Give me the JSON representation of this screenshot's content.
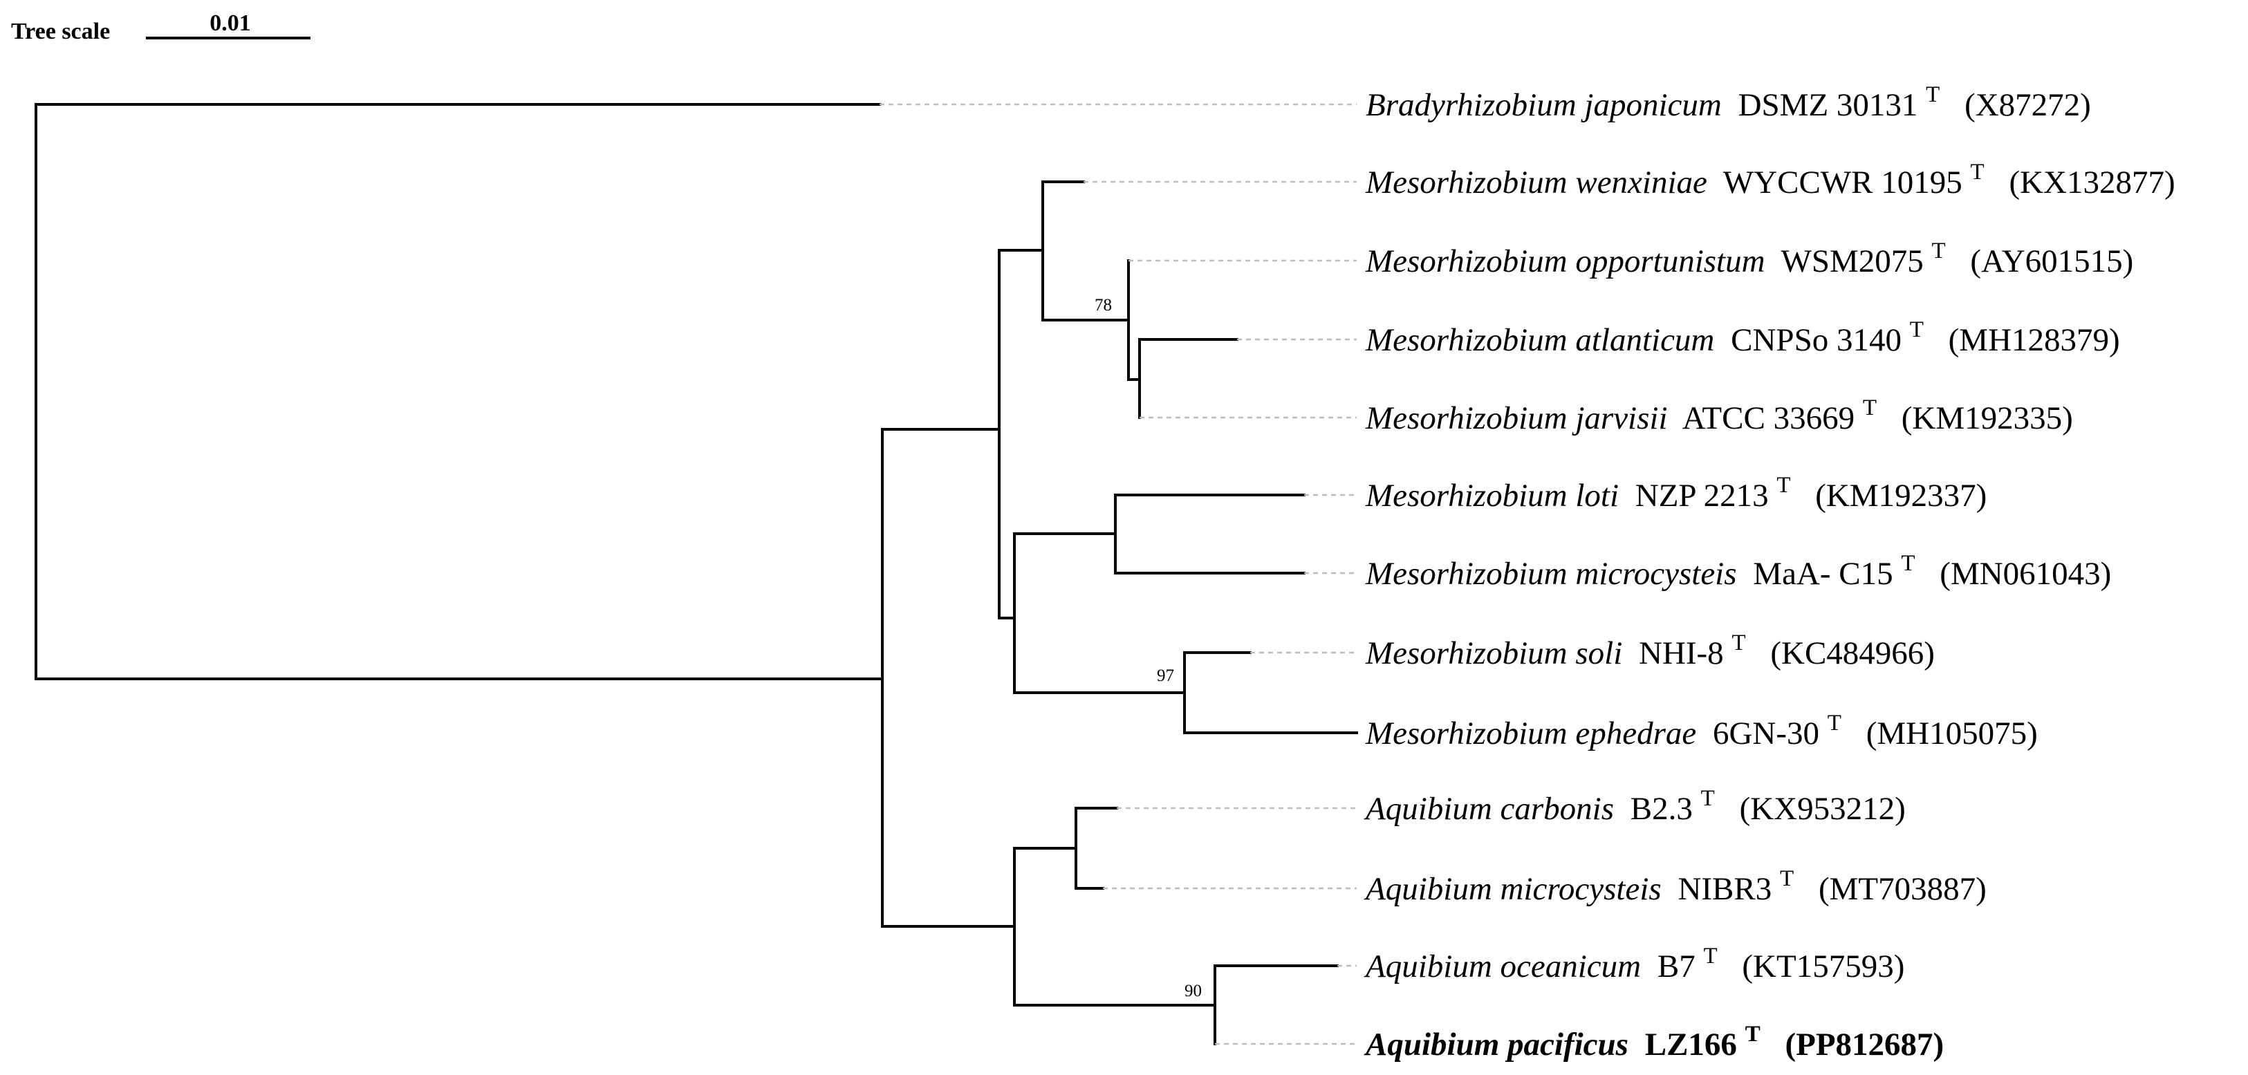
{
  "scale_bar": {
    "title": "Tree scale",
    "value": "0.01"
  },
  "taxa": [
    {
      "genus_species": "Bradyrhizobium japonicum",
      "strain": "DSMZ 30131",
      "type_mark": "T",
      "accession": "(X87272)",
      "bold": false
    },
    {
      "genus_species": "Mesorhizobium wenxiniae",
      "strain": "WYCCWR 10195",
      "type_mark": "T",
      "accession": "(KX132877)",
      "bold": false
    },
    {
      "genus_species": "Mesorhizobium opportunistum",
      "strain": "WSM2075",
      "type_mark": "T",
      "accession": "(AY601515)",
      "bold": false
    },
    {
      "genus_species": "Mesorhizobium atlanticum",
      "strain": "CNPSo 3140",
      "type_mark": "T",
      "accession": "(MH128379)",
      "bold": false
    },
    {
      "genus_species": "Mesorhizobium jarvisii",
      "strain": "ATCC 33669",
      "type_mark": "T",
      "accession": "(KM192335)",
      "bold": false
    },
    {
      "genus_species": "Mesorhizobium loti",
      "strain": "NZP 2213",
      "type_mark": "T",
      "accession": "(KM192337)",
      "bold": false
    },
    {
      "genus_species": "Mesorhizobium microcysteis",
      "strain": "MaA- C15",
      "type_mark": "T",
      "accession": "(MN061043)",
      "bold": false
    },
    {
      "genus_species": "Mesorhizobium soli",
      "strain": "NHI-8",
      "type_mark": "T",
      "accession": "(KC484966)",
      "bold": false
    },
    {
      "genus_species": "Mesorhizobium ephedrae",
      "strain": "6GN-30",
      "type_mark": "T",
      "accession": "(MH105075)",
      "bold": false
    },
    {
      "genus_species": "Aquibium carbonis",
      "strain": "B2.3",
      "type_mark": "T",
      "accession": "(KX953212)",
      "bold": false
    },
    {
      "genus_species": "Aquibium microcysteis",
      "strain": "NIBR3",
      "type_mark": "T",
      "accession": "(MT703887)",
      "bold": false
    },
    {
      "genus_species": "Aquibium oceanicum",
      "strain": "B7",
      "type_mark": "T",
      "accession": "(KT157593)",
      "bold": false
    },
    {
      "genus_species": "Aquibium pacificus",
      "strain": "LZ166",
      "type_mark": "T",
      "accession": "(PP812687)",
      "bold": true
    }
  ],
  "bootstrap_values": [
    "78",
    "97",
    "90"
  ]
}
